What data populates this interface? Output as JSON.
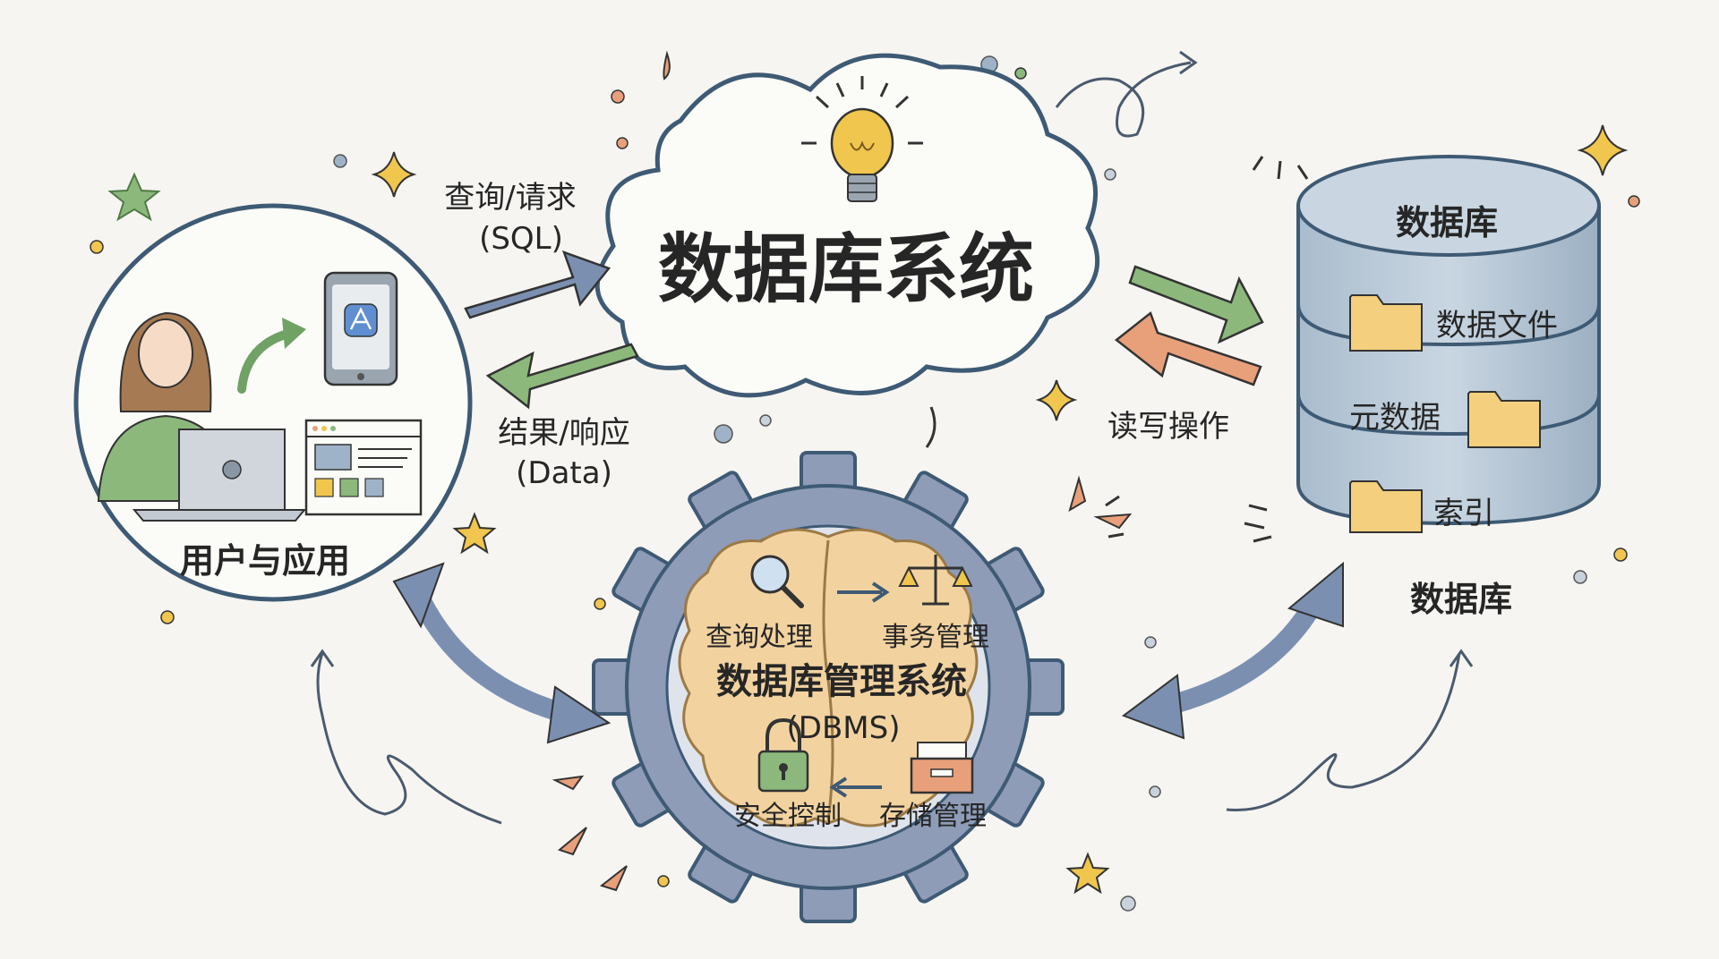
{
  "title": "数据库系统",
  "user": {
    "label": "用户与应用"
  },
  "flows": {
    "request_label": "查询/请求",
    "request_sub": "(SQL)",
    "response_label": "结果/响应",
    "response_sub": "(Data)",
    "readwrite_label": "读写操作"
  },
  "database": {
    "top_label": "数据库",
    "data_files": "数据文件",
    "metadata": "元数据",
    "index": "索引",
    "caption": "数据库"
  },
  "dbms": {
    "title": "数据库管理系统",
    "subtitle": "(DBMS)",
    "query_processing": "查询处理",
    "transaction_mgmt": "事务管理",
    "security_control": "安全控制",
    "storage_mgmt": "存储管理"
  },
  "colors": {
    "blue_arrow": "#6f86a8",
    "green_arrow": "#8cb87c",
    "orange_arrow": "#e8a07a",
    "gear": "#8e9cb8",
    "brain": "#f2d3a0",
    "folder": "#f3cf7e",
    "cylinder": "#b9c8d8",
    "accent_yellow": "#f0c64e"
  }
}
